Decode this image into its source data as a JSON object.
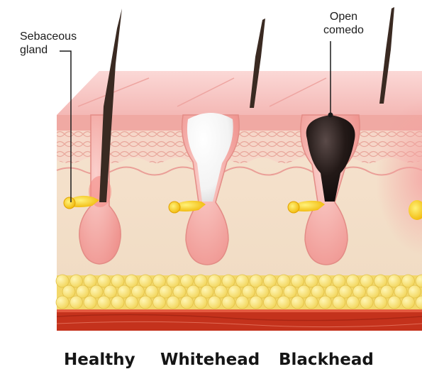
{
  "callouts": {
    "sebaceous_gland": [
      "Sebaceous",
      "gland"
    ],
    "open_comedo": [
      "Open",
      "comedo"
    ]
  },
  "captions": {
    "healthy": "Healthy",
    "whitehead": "Whitehead",
    "blackhead": "Blackhead"
  },
  "colors": {
    "skin_surface": "#f7c6c3",
    "epidermis": "#f3a9a6",
    "dermis": "#f6e6d2",
    "follicle": "#f4a3a0",
    "sebum": "#f5c400",
    "fat": "#f8e27a",
    "muscle": "#c4321c",
    "hair": "#3a2a22",
    "whitehead_plug": "#ffffff",
    "blackhead_plug": "#1e1515"
  }
}
